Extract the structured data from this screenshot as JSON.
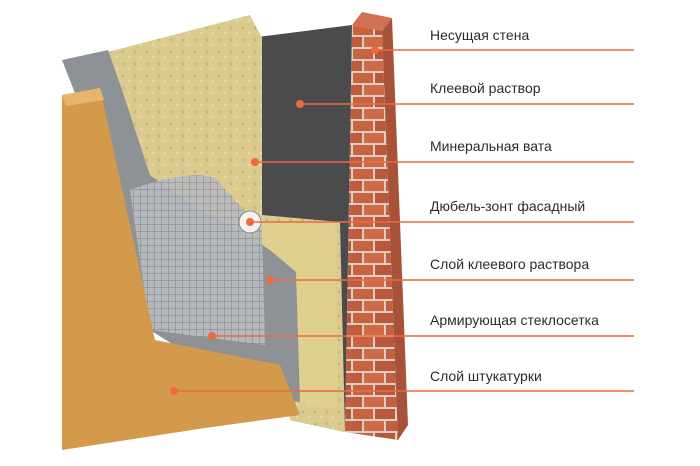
{
  "diagram": {
    "labels": [
      "Несущая стена",
      "Клеевой раствор",
      "Минеральная вата",
      "Дюбель-зонт фасадный",
      "Слой клеевого раствора",
      "Армирующая стеклосетка",
      "Слой штукатурки"
    ]
  },
  "colors": {
    "leader": "#ec6a3e",
    "brick": "#c9633f",
    "brick_mortar": "#d8cfc6",
    "adhesive": "#4a4b4d",
    "mineral_wool": "#d9c78c",
    "adhesive_layer": "#8e9196",
    "mesh": "#a8abb0",
    "plaster": "#d49a4c"
  }
}
